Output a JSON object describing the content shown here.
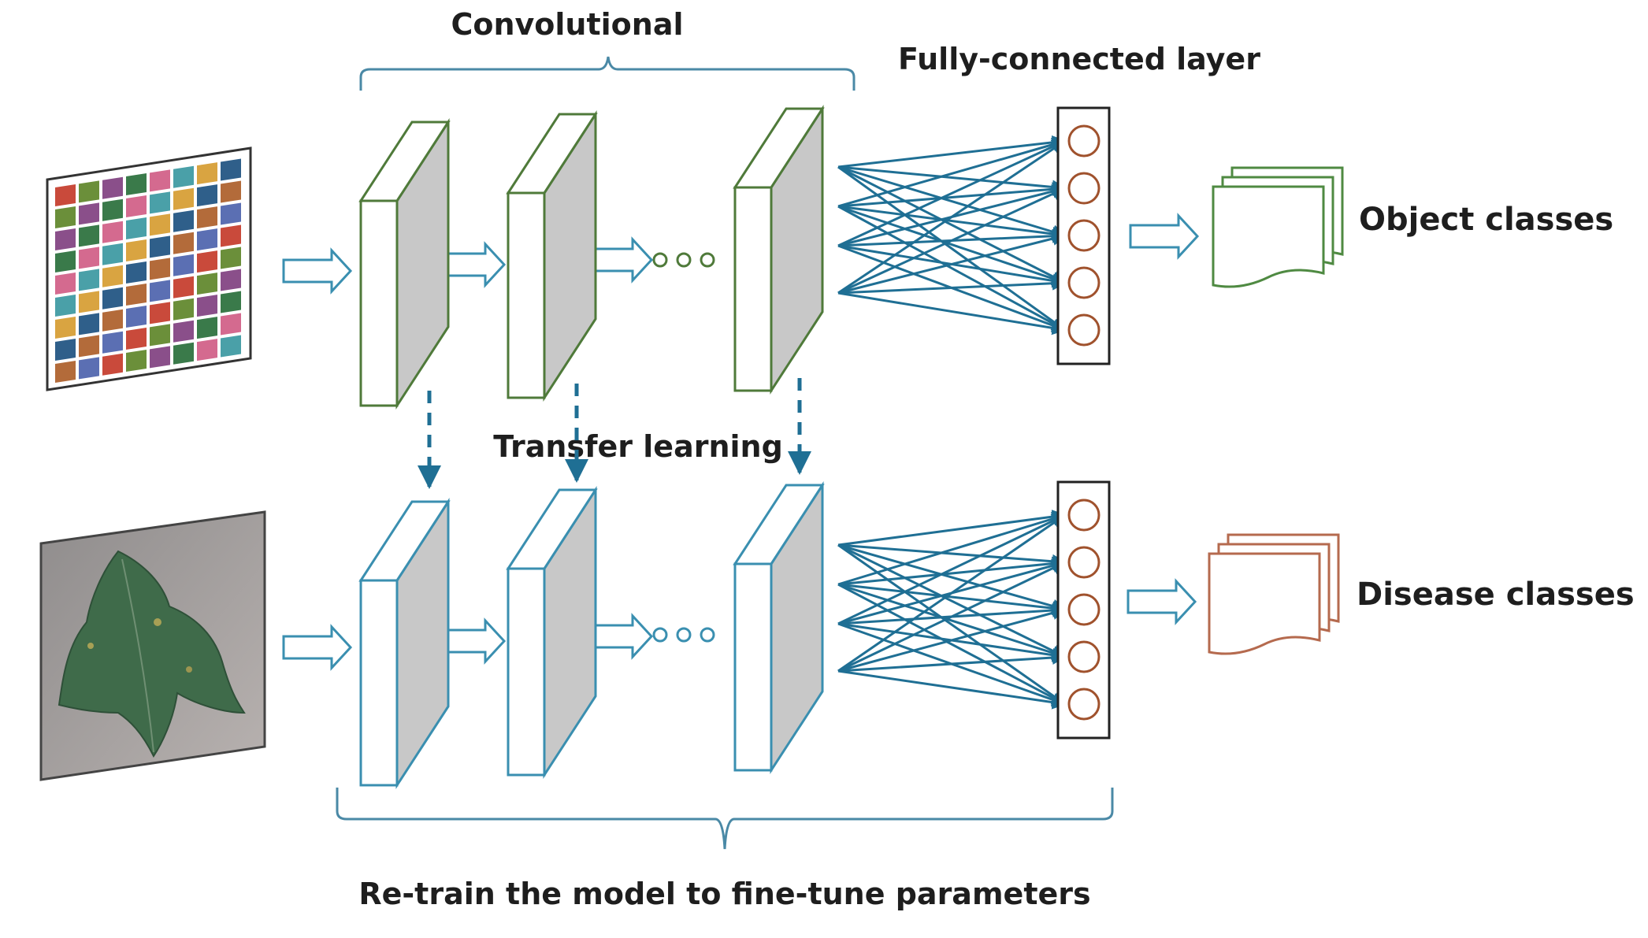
{
  "labels": {
    "convolutional": "Convolutional",
    "fully_connected": "Fully-connected layer",
    "transfer_learning": "Transfer learning",
    "object_classes": "Object classes",
    "disease_classes": "Disease classes",
    "retrain": "Re-train the model to fine-tune parameters"
  },
  "colors": {
    "source_layer": "#4f7a3a",
    "target_layer": "#3a8fb0",
    "connections": "#1f6f94",
    "neuron": "#a0522d",
    "object_doc": "#4f8a42",
    "disease_doc": "#b56a4e",
    "layer_face": "#c8c8c8"
  },
  "neurons_per_fc_layer": 5
}
